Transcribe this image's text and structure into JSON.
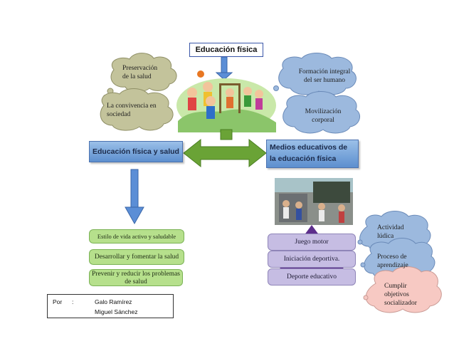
{
  "title": "Educación física",
  "clouds": {
    "preservacion": "Preservación de la salud",
    "convivencia": "La convivencia en sociedad",
    "formacion": "Formación integral del ser humano",
    "movilizacion": "Movilización corporal",
    "actividad": "Actividad lúdica",
    "proceso": "Proceso de aprendizaje",
    "cumplir": "Cumplir objetivos socializador"
  },
  "boxes": {
    "left_main": "Educación física y salud",
    "right_main": "Medios educativos de la educación física"
  },
  "left_list": [
    "Estilo de vida activo y saludable",
    "Desarrollar y fomentar la salud",
    "Prevenir y reducir los problemas de salud"
  ],
  "pyramid": [
    "Juego motor",
    "Iniciación deportiva.",
    "Deporte educativo"
  ],
  "authors": {
    "label": "Por",
    "sep": ":",
    "name1": "Galo Ramírez",
    "name2": "Miguel Sánchez"
  },
  "colors": {
    "blue": "#5d8fcf",
    "green": "#6aa336",
    "olive_cloud": "#c3c39b",
    "blue_cloud": "#9cb9de",
    "pink_cloud": "#f7c9c3",
    "purple_triangle": "#5d2e8c"
  }
}
